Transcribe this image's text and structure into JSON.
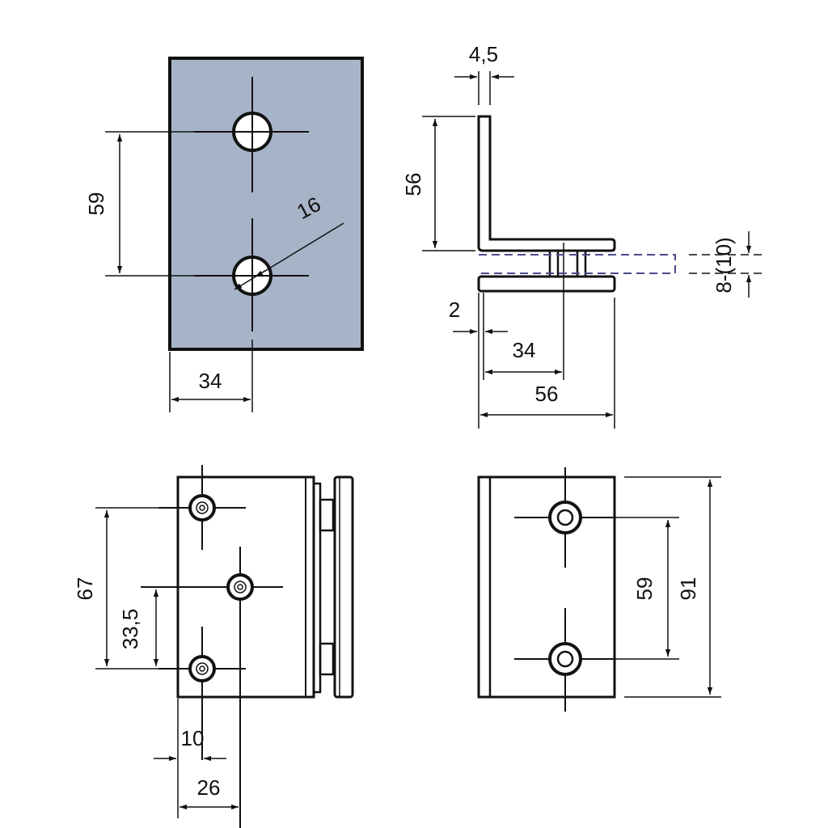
{
  "colors": {
    "line": "#111111",
    "plate_fill": "#a7b4c8",
    "hidden_line": "#4a4a8c",
    "background": "#ffffff"
  },
  "dimensions": {
    "front_hole_spacing": "59",
    "front_hole_diameter": "16",
    "front_hole_offset": "34",
    "side_plate_thickness": "4,5",
    "side_vertical_height": "56",
    "side_glass_thickness": "8-(10)",
    "side_gap": "2",
    "side_hole_offset": "34",
    "side_depth": "56",
    "bottom_left_hole_spacing": "67",
    "bottom_left_center_offset": "33,5",
    "bottom_left_edge_offset_a": "10",
    "bottom_left_edge_offset_b": "26",
    "bottom_right_hole_spacing": "59",
    "bottom_right_height": "91"
  }
}
